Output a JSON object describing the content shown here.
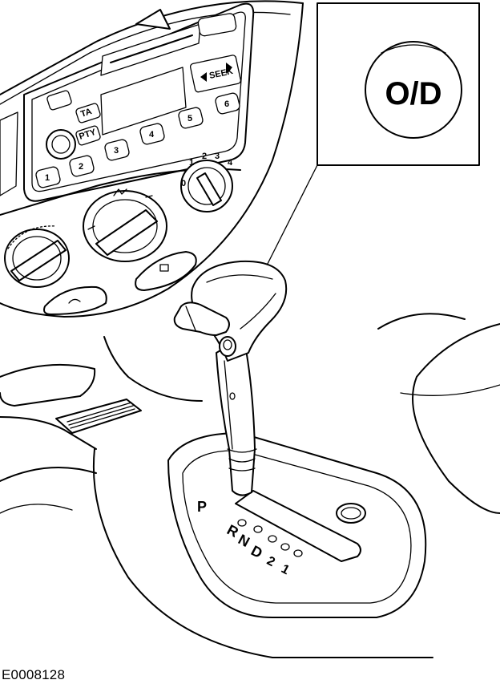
{
  "figure_id": "E0008128",
  "inset": {
    "button_label": "O/D"
  },
  "radio": {
    "buttons": [
      "1",
      "2",
      "3",
      "4",
      "5",
      "6"
    ],
    "small_labels": [
      "TA",
      "PTY",
      "SEEK"
    ]
  },
  "fan_dial": {
    "labels": [
      "0",
      "1",
      "2",
      "3",
      "4"
    ]
  },
  "gear_positions": [
    "P",
    "R",
    "N",
    "D",
    "2",
    "1"
  ]
}
